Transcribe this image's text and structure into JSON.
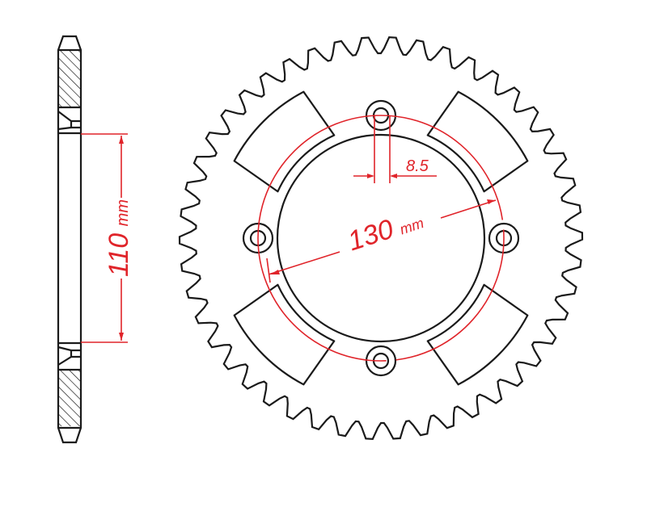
{
  "drawing": {
    "side_view": {
      "dimension_value": "110",
      "dimension_unit": "mm"
    },
    "front_view": {
      "pcd_value": "130",
      "pcd_unit": "mm",
      "bolt_hole_value": "8.5",
      "bolt_holes": 4,
      "lightening_windows": 4
    }
  },
  "colors": {
    "outline": "#1a1a1a",
    "dimension": "#e0242a",
    "background": "#ffffff"
  }
}
